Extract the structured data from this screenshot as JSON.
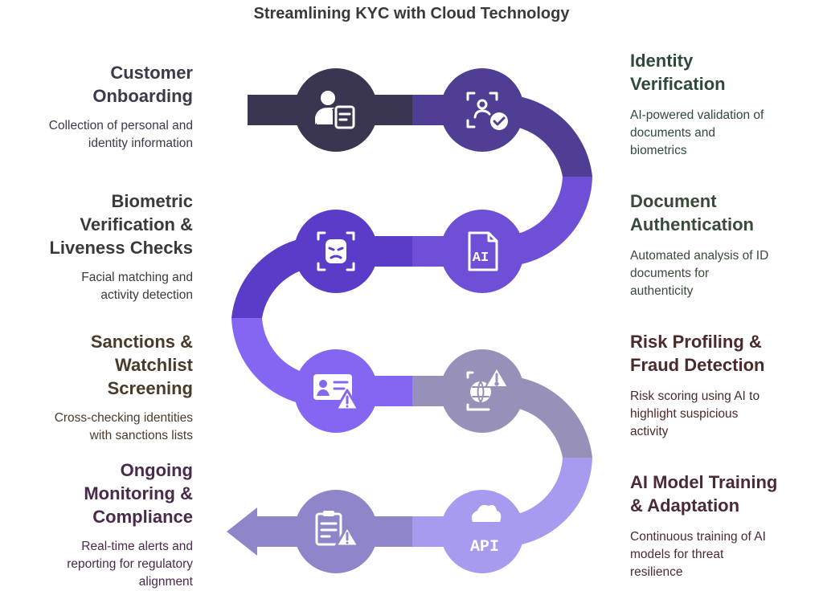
{
  "title": "Streamlining KYC with Cloud Technology",
  "steps": [
    {
      "title_lines": [
        "Customer",
        "Onboarding"
      ],
      "desc_lines": [
        "Collection of personal and",
        "identity information"
      ],
      "icon": "user-form-icon",
      "color": "#3a3550",
      "text_color": "#3a3a4a"
    },
    {
      "title_lines": [
        "Identity",
        "Verification"
      ],
      "desc_lines": [
        "AI-powered validation of",
        "documents and",
        "biometrics"
      ],
      "icon": "id-check-icon",
      "color": "#4f3e93",
      "text_color": "#2f4a3a"
    },
    {
      "title_lines": [
        "Document",
        "Authentication"
      ],
      "desc_lines": [
        "Automated analysis of ID",
        "documents for",
        "authenticity"
      ],
      "icon": "ai-document-icon",
      "color": "#6f4fd6",
      "text_color": "#3a4a3a"
    },
    {
      "title_lines": [
        "Biometric",
        "Verification &",
        "Liveness Checks"
      ],
      "desc_lines": [
        "Facial matching and",
        "activity detection"
      ],
      "icon": "face-scan-icon",
      "color": "#5a3cc8",
      "text_color": "#3a3a3a"
    },
    {
      "title_lines": [
        "Sanctions &",
        "Watchlist",
        "Screening"
      ],
      "desc_lines": [
        "Cross-checking identities",
        "with sanctions lists"
      ],
      "icon": "id-card-alert-icon",
      "color": "#8466f3",
      "text_color": "#4a3a2a"
    },
    {
      "title_lines": [
        "Risk Profiling &",
        "Fraud Detection"
      ],
      "desc_lines": [
        "Risk scoring using AI to",
        "highlight suspicious",
        "activity"
      ],
      "icon": "globe-alert-icon",
      "color": "#9790b8",
      "text_color": "#4a2a2a"
    },
    {
      "title_lines": [
        "AI Model Training",
        "& Adaptation"
      ],
      "desc_lines": [
        "Continuous training of AI",
        "models for threat",
        "resilience"
      ],
      "icon": "cloud-api-icon",
      "color": "#a79bef",
      "text_color": "#4a2a3a"
    },
    {
      "title_lines": [
        "Ongoing",
        "Monitoring &",
        "Compliance"
      ],
      "desc_lines": [
        "Real-time alerts and",
        "reporting for regulatory",
        "alignment"
      ],
      "icon": "clipboard-alert-icon",
      "color": "#8e86c8",
      "text_color": "#4a2a4a"
    }
  ],
  "api_label": "API",
  "ai_label": "AI"
}
